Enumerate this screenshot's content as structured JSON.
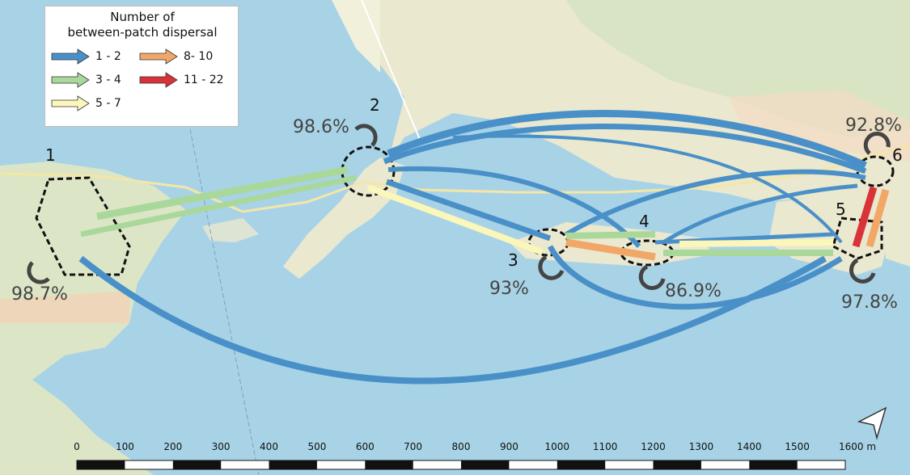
{
  "legend": {
    "title_line1": "Number of",
    "title_line2": "between-patch dispersal",
    "items": [
      {
        "label": "1 - 2",
        "color": "#4a90c8"
      },
      {
        "label": "3 - 4",
        "color": "#a9d89a"
      },
      {
        "label": "5 - 7",
        "color": "#fbf6b9"
      },
      {
        "label": "8- 10",
        "color": "#f0a768"
      },
      {
        "label": "11 - 22",
        "color": "#d9333a"
      }
    ]
  },
  "patches": [
    {
      "id": "1",
      "retention": "98.7%"
    },
    {
      "id": "2",
      "retention": "98.6%"
    },
    {
      "id": "3",
      "retention": "93%"
    },
    {
      "id": "4",
      "retention": "86.9%"
    },
    {
      "id": "5",
      "retention": "97.8%"
    },
    {
      "id": "6",
      "retention": "92.8%"
    }
  ],
  "scale_bar": {
    "ticks": [
      "0",
      "100",
      "200",
      "300",
      "400",
      "500",
      "600",
      "700",
      "800",
      "900",
      "1000",
      "1100",
      "1200",
      "1300",
      "1400",
      "1500",
      "1600 m"
    ]
  },
  "north_arrow_icon": "navigation-arrow-icon",
  "colors": {
    "water": "#a8d3e6",
    "land": "#eef0d6"
  }
}
